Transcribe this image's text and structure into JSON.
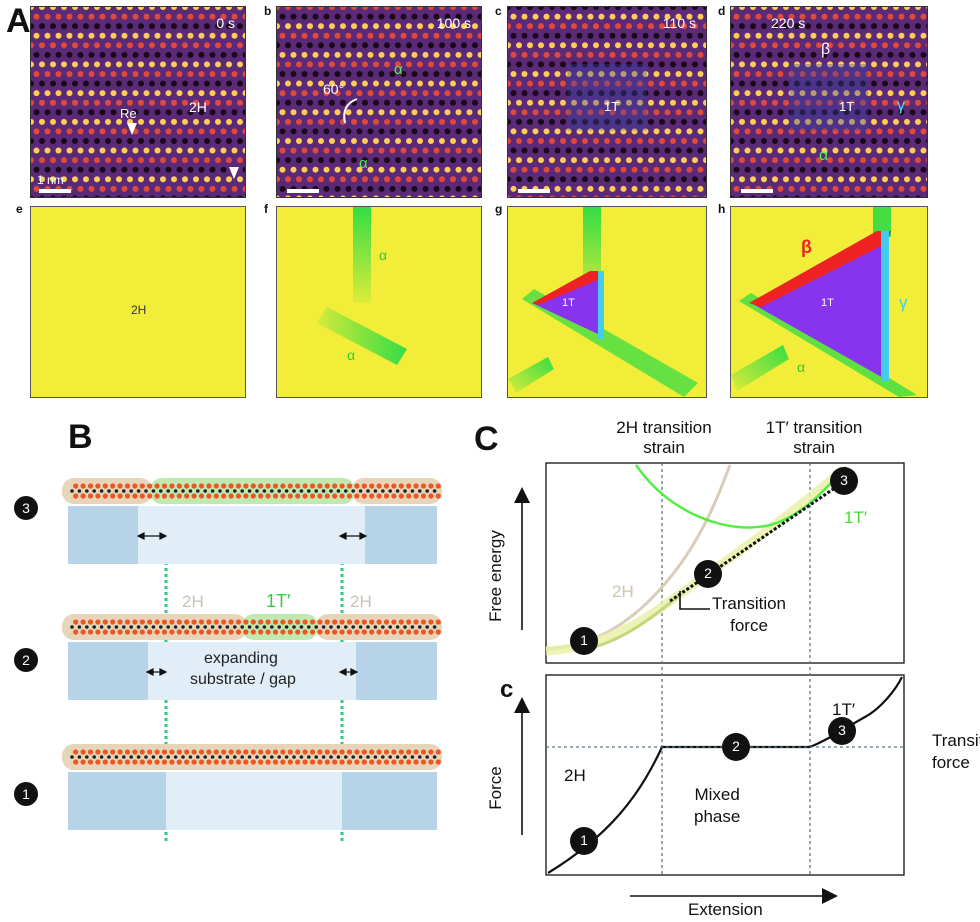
{
  "panel_A": {
    "letter": "A",
    "stem": [
      {
        "label": "a",
        "time": "0 s"
      },
      {
        "label": "b",
        "time": "100 s"
      },
      {
        "label": "c",
        "time": "110 s"
      },
      {
        "label": "d",
        "time": "220 s"
      }
    ],
    "stem_annotations": {
      "re": "Re",
      "phase_2h": "2H",
      "scale": "1 nm",
      "angle": "60°",
      "alpha": "α",
      "beta": "β",
      "gamma": "γ",
      "phase_1t": "1T"
    },
    "maps": [
      {
        "label": "e"
      },
      {
        "label": "f"
      },
      {
        "label": "g"
      },
      {
        "label": "h"
      }
    ],
    "map_annotations": {
      "phase_2h": "2H",
      "alpha": "α",
      "beta": "β",
      "gamma": "γ",
      "phase_1t": "1T"
    },
    "colors": {
      "phase_2h": "#f1ed38",
      "alpha": "#44dd44",
      "beta": "#ee2222",
      "gamma": "#44ccee",
      "phase_1t": "#8833ee"
    }
  },
  "panel_B": {
    "letter": "B",
    "steps": [
      "3",
      "2",
      "1"
    ],
    "labels": {
      "left_2h": "2H",
      "middle_1t": "1T′",
      "right_2h": "2H",
      "gap_line1": "expanding",
      "gap_line2": "substrate / gap"
    },
    "colors": {
      "substrate": "#b7d3e7",
      "gap": "#e1edf7",
      "film": "#e6d5b8",
      "atom": "#ee5522",
      "metal": "#222222",
      "guide": "#33cc77"
    }
  },
  "panel_C": {
    "letter": "C",
    "header_2h_line1": "2H transition",
    "header_2h_line2": "strain",
    "header_1t_line1": "1T′ transition",
    "header_1t_line2": "strain",
    "top": {
      "ylabel": "Free energy",
      "curve_2h": "2H",
      "curve_1t": "1T′",
      "transition_line1": "Transition",
      "transition_line2": "force",
      "points": [
        "1",
        "2",
        "3"
      ]
    },
    "bottom": {
      "letter": "c",
      "ylabel": "Force",
      "xlabel": "Extension",
      "region_2h": "2H",
      "mixed_line1": "Mixed",
      "mixed_line2": "phase",
      "region_1t": "1T′",
      "side_line1": "Transitio",
      "side_line2": "force",
      "points": [
        "1",
        "2",
        "3"
      ]
    }
  }
}
